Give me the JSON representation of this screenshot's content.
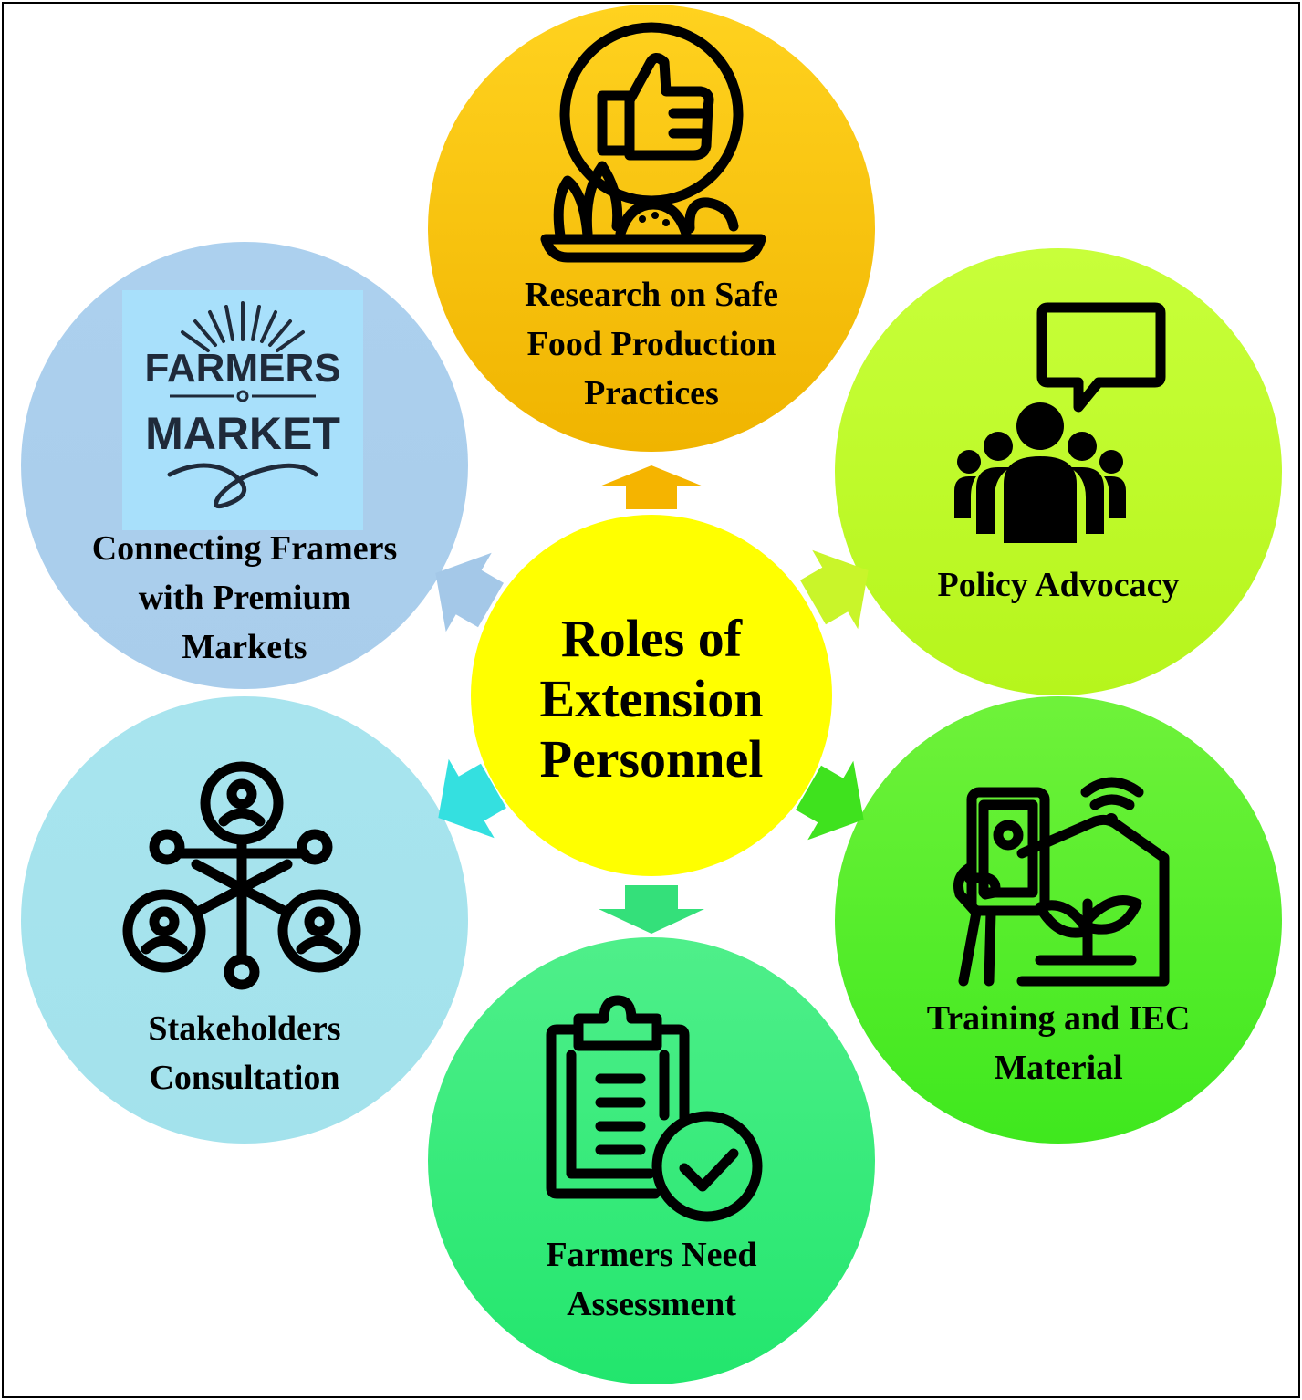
{
  "center": {
    "title": "Roles of\nExtension\nPersonnel",
    "color": "#ffff00"
  },
  "nodes": [
    {
      "id": "research",
      "label": "Research on Safe\nFood Production\nPractices",
      "icon": "thumbs-up-food-icon",
      "color_top": "#ffd21f",
      "color_bottom": "#f0b400",
      "arrow_color": "#f5b400"
    },
    {
      "id": "policy",
      "label": "Policy Advocacy",
      "icon": "people-speech-bubble-icon",
      "color_top": "#c8ff3a",
      "color_bottom": "#b6f51c",
      "arrow_color": "#c9f52a"
    },
    {
      "id": "training",
      "label": "Training and IEC\nMaterial",
      "icon": "phone-greenhouse-plant-icon",
      "color_top": "#6ff23a",
      "color_bottom": "#3fe81e",
      "arrow_color": "#3fe21e"
    },
    {
      "id": "assessment",
      "label": "Farmers Need\nAssessment",
      "icon": "clipboard-check-icon",
      "color_top": "#4fef8a",
      "color_bottom": "#22e66d",
      "arrow_color": "#34e07a"
    },
    {
      "id": "stakeholders",
      "label": "Stakeholders\nConsultation",
      "icon": "network-people-icon",
      "color_top": "#a8e4ee",
      "color_bottom": "#a3e2ec",
      "arrow_color": "#34e0e0"
    },
    {
      "id": "markets",
      "label": "Connecting Framers\nwith Premium\nMarkets",
      "icon": "farmers-market-logo-icon",
      "color_top": "#acd0ee",
      "color_bottom": "#a9cdeb",
      "arrow_color": "#a4c8e8"
    }
  ],
  "logo": {
    "line1": "FARMERS",
    "line2": "MARKET",
    "bg": "#a8e0fb"
  }
}
